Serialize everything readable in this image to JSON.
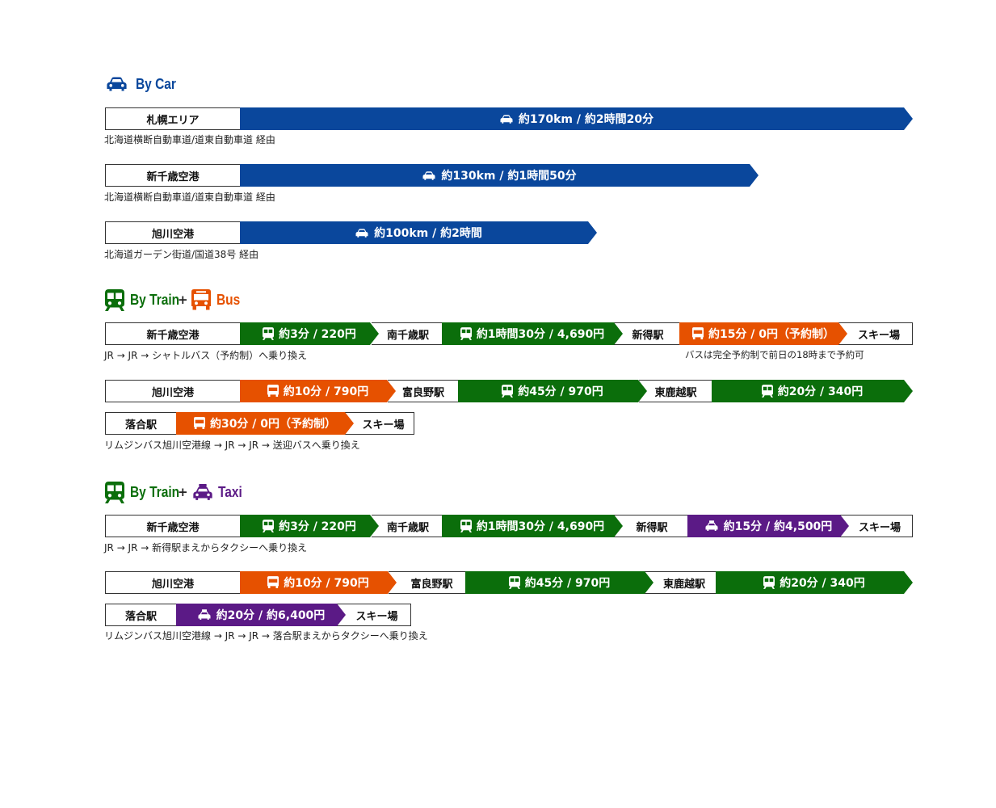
{
  "colors": {
    "car": "#0a479c",
    "train": "#0b6e0b",
    "bus": "#e65100",
    "taxi": "#5b1a86"
  },
  "car_section": {
    "title": "By Car",
    "routes": [
      {
        "origin": "札幌エリア",
        "leg": "約170km / 約2時間20分",
        "note": "北海道横断自動車道/道東自動車道 経由"
      },
      {
        "origin": "新千歳空港",
        "leg": "約130km / 約1時間50分",
        "note": "北海道横断自動車道/道東自動車道 経由"
      },
      {
        "origin": "旭川空港",
        "leg": "約100km / 約2時間",
        "note": "北海道ガーデン街道/国道38号 経由"
      }
    ]
  },
  "train_bus_section": {
    "title_train": "By Train",
    "plus": "+",
    "title_bus": "Bus",
    "route1": {
      "origin": "新千歳空港",
      "leg1": "約3分 / 220円",
      "stop1": "南千歳駅",
      "leg2": "約1時間30分 / 4,690円",
      "stop2": "新得駅",
      "leg3": "約15分 / 0円（予約制）",
      "dest": "スキー場",
      "note": "JR → JR → シャトルバス（予約制）へ乗り換え",
      "note_right": "バスは完全予約制で前日の18時まで予約可"
    },
    "route2": {
      "origin": "旭川空港",
      "leg1": "約10分 / 790円",
      "stop1": "富良野駅",
      "leg2": "約45分 / 970円",
      "stop2": "東鹿越駅",
      "leg3": "約20分 / 340円"
    },
    "route3": {
      "origin": "落合駅",
      "leg1": "約30分 / 0円（予約制）",
      "dest": "スキー場",
      "note": "リムジンバス旭川空港線 → JR → JR → 送迎バスへ乗り換え"
    }
  },
  "train_taxi_section": {
    "title_train": "By Train",
    "plus": "+",
    "title_taxi": "Taxi",
    "route1": {
      "origin": "新千歳空港",
      "leg1": "約3分 / 220円",
      "stop1": "南千歳駅",
      "leg2": "約1時間30分 / 4,690円",
      "stop2": "新得駅",
      "leg3": "約15分 / 約4,500円",
      "dest": "スキー場",
      "note": "JR → JR → 新得駅まえからタクシーへ乗り換え"
    },
    "route2": {
      "origin": "旭川空港",
      "leg1": "約10分 / 790円",
      "stop1": "富良野駅",
      "leg2": "約45分 / 970円",
      "stop2": "東鹿越駅",
      "leg3": "約20分 / 340円"
    },
    "route3": {
      "origin": "落合駅",
      "leg1": "約20分 / 約6,400円",
      "dest": "スキー場",
      "note": "リムジンバス旭川空港線 → JR → JR → 落合駅まえからタクシーへ乗り換え"
    }
  },
  "icons": {
    "car": "car-icon",
    "train": "train-icon",
    "bus": "bus-icon",
    "taxi": "taxi-icon"
  }
}
